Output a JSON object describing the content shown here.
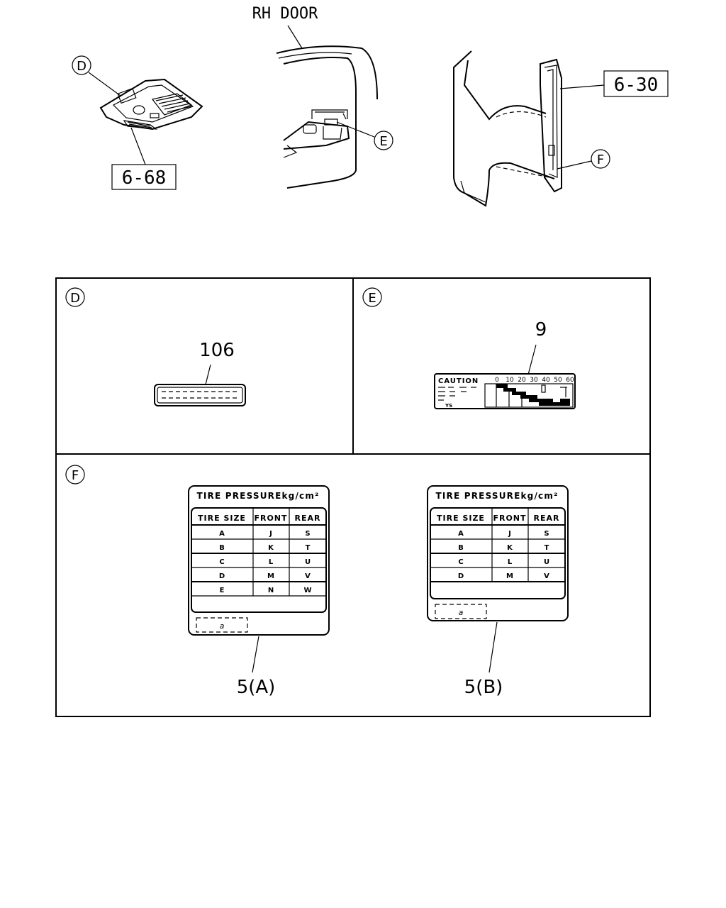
{
  "top": {
    "door_label": "RH DOOR",
    "callouts": {
      "d": "D",
      "e": "E",
      "f": "F"
    },
    "refs": {
      "console_ref": "6-68",
      "door_ref": "6-30"
    }
  },
  "panels": {
    "d": {
      "marker": "D",
      "part_number": "106"
    },
    "e": {
      "marker": "E",
      "part_number": "9",
      "label_caption": "CAUTION",
      "scale_ticks": [
        "0",
        "10",
        "20",
        "30",
        "40",
        "50",
        "60"
      ],
      "small_code": "YS"
    },
    "f": {
      "marker": "F",
      "label_a": {
        "title": "TIRE PRESSUREkg/cm²",
        "headers": [
          "TIRE SIZE",
          "FRONT",
          "REAR"
        ],
        "rows": [
          [
            "A",
            "J",
            "S"
          ],
          [
            "B",
            "K",
            "T"
          ],
          [
            "C",
            "L",
            "U"
          ],
          [
            "D",
            "M",
            "V"
          ],
          [
            "E",
            "N",
            "W"
          ]
        ],
        "box_letter": "a",
        "part_number": "5(A)"
      },
      "label_b": {
        "title": "TIRE PRESSUREkg/cm²",
        "headers": [
          "TIRE SIZE",
          "FRONT",
          "REAR"
        ],
        "rows": [
          [
            "A",
            "J",
            "S"
          ],
          [
            "B",
            "K",
            "T"
          ],
          [
            "C",
            "L",
            "U"
          ],
          [
            "D",
            "M",
            "V"
          ]
        ],
        "box_letter": "a",
        "part_number": "5(B)"
      }
    }
  }
}
